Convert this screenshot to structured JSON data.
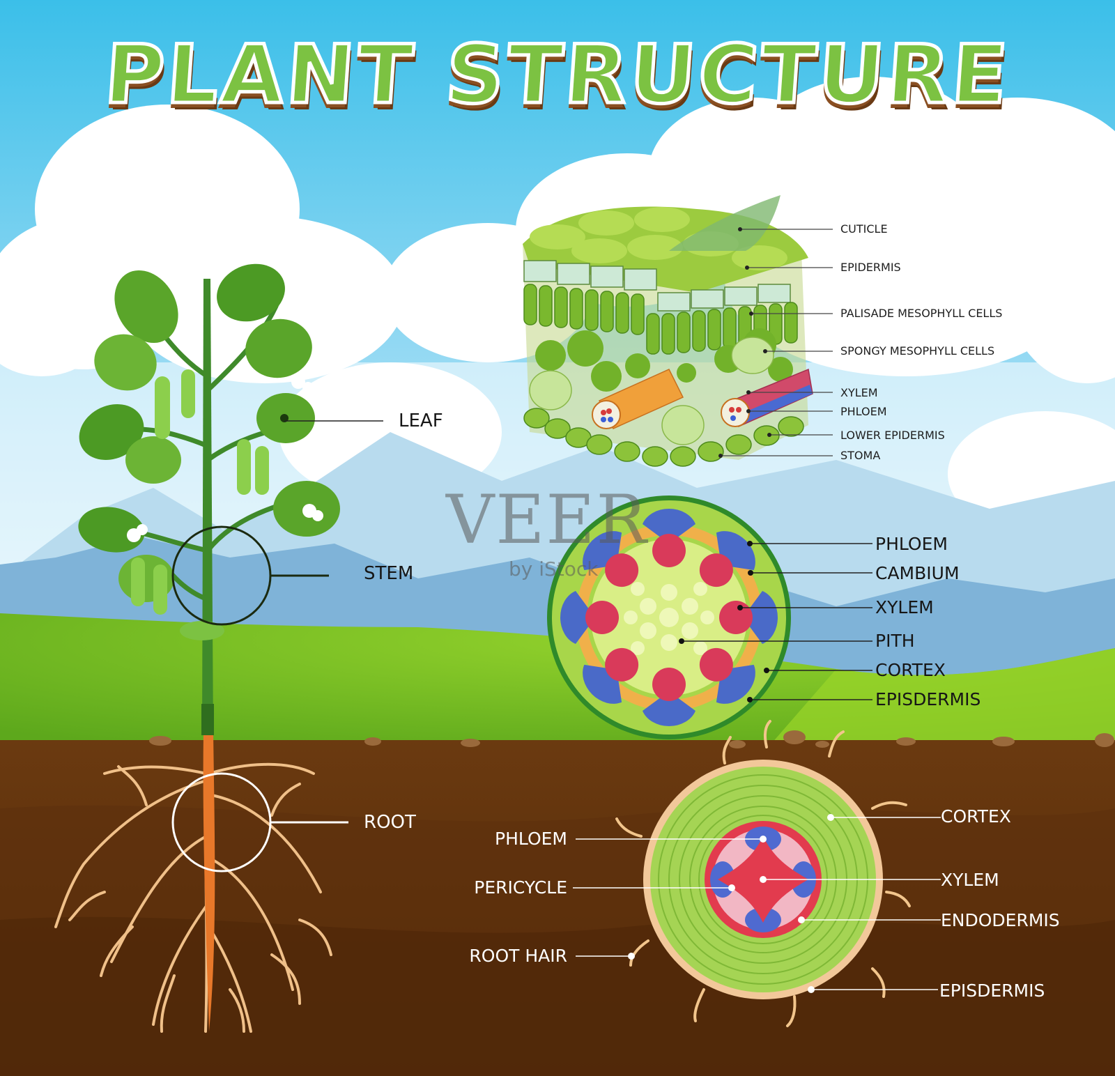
{
  "title": "PLANT STRUCTURE",
  "watermark": {
    "brand": "VEER",
    "sub": "by iStock"
  },
  "colors": {
    "sky_top": "#3bbfe9",
    "sky_bottom": "#dff4fc",
    "grass": "#7dbb1f",
    "soil": "#6b3a10",
    "title_green": "#7cc242",
    "title_brown": "#8a4f22"
  },
  "plant_labels": {
    "leaf": "LEAF",
    "stem": "STEM",
    "root": "ROOT"
  },
  "leaf_section": {
    "labels": [
      "CUTICLE",
      "EPIDERMIS",
      "PALISADE MESOPHYLL CELLS",
      "SPONGY MESOPHYLL CELLS",
      "XYLEM",
      "PHLOEM",
      "LOWER EPIDERMIS",
      "STOMA"
    ]
  },
  "stem_section": {
    "labels": [
      "PHLOEM",
      "CAMBIUM",
      "XYLEM",
      "PITH",
      "CORTEX",
      "EPISDERMIS"
    ]
  },
  "root_section": {
    "left_labels": [
      "PHLOEM",
      "PERICYCLE",
      "ROOT HAIR"
    ],
    "right_labels": [
      "CORTEX",
      "XYLEM",
      "ENDODERMIS",
      "EPISDERMIS"
    ]
  }
}
